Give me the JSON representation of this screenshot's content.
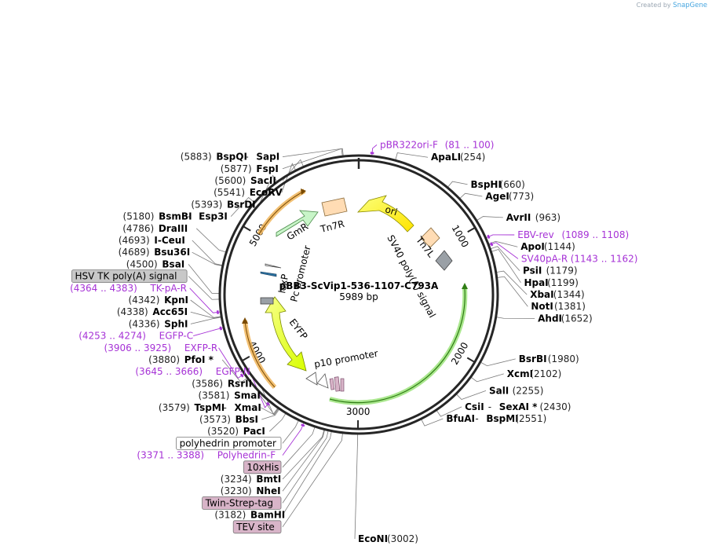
{
  "credit": {
    "prefix": "Created by",
    "brand": "SnapGene"
  },
  "plasmid": {
    "name": "pBB3-ScVip1-536-1107-C793A",
    "size_label": "5989 bp",
    "length": 5989
  },
  "ticks": [
    {
      "bp": 1000,
      "label": "1000"
    },
    {
      "bp": 2000,
      "label": "2000"
    },
    {
      "bp": 3000,
      "label": "3000"
    },
    {
      "bp": 4000,
      "label": "4000"
    },
    {
      "bp": 5000,
      "label": "5000"
    }
  ],
  "enzymes": [
    {
      "bp": 254,
      "parts": [
        {
          "t": "ApaLI",
          "k": "n"
        },
        {
          "t": "(254)",
          "k": "p"
        }
      ]
    },
    {
      "bp": 660,
      "parts": [
        {
          "t": "BspHI",
          "k": "n"
        },
        {
          "t": "(660)",
          "k": "p"
        }
      ]
    },
    {
      "bp": 773,
      "parts": [
        {
          "t": "AgeI",
          "k": "n"
        },
        {
          "t": "(773)",
          "k": "p"
        }
      ]
    },
    {
      "bp": 963,
      "parts": [
        {
          "t": "AvrII",
          "k": "n"
        },
        {
          "t": "(963)",
          "k": "p"
        }
      ]
    },
    {
      "bp": 1144,
      "parts": [
        {
          "t": "ApoI",
          "k": "n"
        },
        {
          "t": "(1144)",
          "k": "p"
        }
      ]
    },
    {
      "bp": 1179,
      "parts": [
        {
          "t": "PsiI",
          "k": "n"
        },
        {
          "t": "(1179)",
          "k": "p"
        }
      ]
    },
    {
      "bp": 1199,
      "parts": [
        {
          "t": "HpaI",
          "k": "n"
        },
        {
          "t": "(1199)",
          "k": "p"
        }
      ]
    },
    {
      "bp": 1344,
      "parts": [
        {
          "t": "XbaI",
          "k": "n"
        },
        {
          "t": "(1344)",
          "k": "p"
        }
      ]
    },
    {
      "bp": 1381,
      "parts": [
        {
          "t": "NotI",
          "k": "n"
        },
        {
          "t": "(1381)",
          "k": "p"
        }
      ]
    },
    {
      "bp": 1652,
      "parts": [
        {
          "t": "AhdI",
          "k": "n"
        },
        {
          "t": "(1652)",
          "k": "p"
        }
      ]
    },
    {
      "bp": 1980,
      "parts": [
        {
          "t": "BsrBI",
          "k": "n"
        },
        {
          "t": "(1980)",
          "k": "p"
        }
      ]
    },
    {
      "bp": 2102,
      "parts": [
        {
          "t": "XcmI",
          "k": "n"
        },
        {
          "t": "(2102)",
          "k": "p"
        }
      ]
    },
    {
      "bp": 2255,
      "parts": [
        {
          "t": "SalI",
          "k": "n"
        },
        {
          "t": "(2255)",
          "k": "p"
        }
      ]
    },
    {
      "bp": 2430,
      "parts": [
        {
          "t": "CsiI",
          "k": "n"
        },
        {
          "t": " - ",
          "k": "s"
        },
        {
          "t": "SexAI *",
          "k": "n"
        },
        {
          "t": "(2430)",
          "k": "p"
        }
      ]
    },
    {
      "bp": 2551,
      "parts": [
        {
          "t": "BfuAI",
          "k": "n"
        },
        {
          "t": " - ",
          "k": "s"
        },
        {
          "t": "BspMI",
          "k": "n"
        },
        {
          "t": "(2551)",
          "k": "p"
        }
      ]
    },
    {
      "bp": 3002,
      "parts": [
        {
          "t": "EcoNI",
          "k": "n"
        },
        {
          "t": "(3002)",
          "k": "p"
        }
      ]
    },
    {
      "bp": 3182,
      "parts": [
        {
          "t": "(3182)",
          "k": "p"
        },
        {
          "t": "BamHI",
          "k": "n"
        }
      ]
    },
    {
      "bp": 3230,
      "parts": [
        {
          "t": "(3230)",
          "k": "p"
        },
        {
          "t": "NheI",
          "k": "n"
        }
      ]
    },
    {
      "bp": 3234,
      "parts": [
        {
          "t": "(3234)",
          "k": "p"
        },
        {
          "t": "BmtI",
          "k": "n"
        }
      ]
    },
    {
      "bp": 3520,
      "parts": [
        {
          "t": "(3520)",
          "k": "p"
        },
        {
          "t": "PacI",
          "k": "n"
        }
      ]
    },
    {
      "bp": 3573,
      "parts": [
        {
          "t": "(3573)",
          "k": "p"
        },
        {
          "t": "BbsI",
          "k": "n"
        }
      ]
    },
    {
      "bp": 3579,
      "parts": [
        {
          "t": "(3579)",
          "k": "p"
        },
        {
          "t": "TspMI",
          "k": "n"
        },
        {
          "t": " - ",
          "k": "s"
        },
        {
          "t": "XmaI",
          "k": "n"
        }
      ]
    },
    {
      "bp": 3581,
      "parts": [
        {
          "t": "(3581)",
          "k": "p"
        },
        {
          "t": "SmaI",
          "k": "n"
        }
      ]
    },
    {
      "bp": 3586,
      "parts": [
        {
          "t": "(3586)",
          "k": "p"
        },
        {
          "t": "RsrII",
          "k": "n"
        }
      ]
    },
    {
      "bp": 3880,
      "parts": [
        {
          "t": "(3880)",
          "k": "p"
        },
        {
          "t": "PfoI *",
          "k": "n"
        }
      ]
    },
    {
      "bp": 4336,
      "parts": [
        {
          "t": "(4336)",
          "k": "p"
        },
        {
          "t": "SphI",
          "k": "n"
        }
      ]
    },
    {
      "bp": 4338,
      "parts": [
        {
          "t": "(4338)",
          "k": "p"
        },
        {
          "t": "Acc65I",
          "k": "n"
        }
      ]
    },
    {
      "bp": 4342,
      "parts": [
        {
          "t": "(4342)",
          "k": "p"
        },
        {
          "t": "KpnI",
          "k": "n"
        }
      ]
    },
    {
      "bp": 4500,
      "parts": [
        {
          "t": "(4500)",
          "k": "p"
        },
        {
          "t": "BsaI",
          "k": "n"
        }
      ]
    },
    {
      "bp": 4689,
      "parts": [
        {
          "t": "(4689)",
          "k": "p"
        },
        {
          "t": "Bsu36I",
          "k": "n"
        }
      ]
    },
    {
      "bp": 4693,
      "parts": [
        {
          "t": "(4693)",
          "k": "p"
        },
        {
          "t": "I-CeuI",
          "k": "n"
        }
      ]
    },
    {
      "bp": 4786,
      "parts": [
        {
          "t": "(4786)",
          "k": "p"
        },
        {
          "t": "DraIII",
          "k": "n"
        }
      ]
    },
    {
      "bp": 5180,
      "parts": [
        {
          "t": "(5180)",
          "k": "p"
        },
        {
          "t": "BsmBI",
          "k": "n"
        },
        {
          "t": " - ",
          "k": "s"
        },
        {
          "t": "Esp3I",
          "k": "n"
        }
      ]
    },
    {
      "bp": 5393,
      "parts": [
        {
          "t": "(5393)",
          "k": "p"
        },
        {
          "t": "BsrDI",
          "k": "n"
        }
      ]
    },
    {
      "bp": 5541,
      "parts": [
        {
          "t": "(5541)",
          "k": "p"
        },
        {
          "t": "EcoRV",
          "k": "n"
        }
      ]
    },
    {
      "bp": 5600,
      "parts": [
        {
          "t": "(5600)",
          "k": "p"
        },
        {
          "t": "SacII",
          "k": "n"
        }
      ]
    },
    {
      "bp": 5877,
      "parts": [
        {
          "t": "(5877)",
          "k": "p"
        },
        {
          "t": "FspI",
          "k": "n"
        }
      ]
    },
    {
      "bp": 5883,
      "parts": [
        {
          "t": "(5883)",
          "k": "p"
        },
        {
          "t": "BspQI",
          "k": "n"
        },
        {
          "t": " - ",
          "k": "s"
        },
        {
          "t": "SapI",
          "k": "n"
        }
      ]
    }
  ],
  "primers": [
    {
      "bp": 90,
      "name": "pBR322ori-F",
      "range": "(81 .. 100)"
    },
    {
      "bp": 1098,
      "name": "EBV-rev",
      "range": "(1089 .. 1108)"
    },
    {
      "bp": 1152,
      "name": "SV40pA-R",
      "range": "(1143 .. 1162)"
    },
    {
      "bp": 3380,
      "name": "Polyhedrin-F",
      "range": "(3371 .. 3388)"
    },
    {
      "bp": 3655,
      "name": "EGFP-N",
      "range": "(3645 .. 3666)"
    },
    {
      "bp": 3915,
      "name": "EXFP-R",
      "range": "(3906 .. 3925)"
    },
    {
      "bp": 4263,
      "name": "EGFP-C",
      "range": "(4253 .. 4274)"
    },
    {
      "bp": 4373,
      "name": "TK-pA-R",
      "range": "(4364 .. 4383)"
    }
  ],
  "boxed_features": [
    {
      "bp": 3105,
      "label": "TEV site",
      "fill": "#d8b4c8"
    },
    {
      "bp": 3205,
      "label": "Twin-Strep-tag",
      "fill": "#d8b4c8"
    },
    {
      "bp": 3300,
      "label": "10xHis",
      "fill": "#d8b4c8"
    },
    {
      "bp": 3420,
      "label": "polyhedrin promoter",
      "fill": "#ffffff"
    },
    {
      "bp": 4460,
      "label": "HSV TK poly(A) signal",
      "fill": "#c8c8c8"
    }
  ],
  "inner_features": [
    {
      "label": "ori",
      "color": "#ffff00"
    },
    {
      "label": "GmR",
      "color": "#c8f5c8"
    },
    {
      "label": "Tn7R",
      "color": "#ffdcb4"
    },
    {
      "label": "Tn7L",
      "color": "#ffdcb4"
    },
    {
      "label": "SV40 poly(A) signal",
      "color": "#9aa0a6"
    },
    {
      "label": "EYFP",
      "color": "#e6ff1e"
    },
    {
      "label": "p10 promoter",
      "color": "#ffffff"
    },
    {
      "label": "Pc promoter",
      "color": "#ffffff"
    },
    {
      "label": "loxP",
      "color": "#2a6f9e"
    }
  ],
  "colors": {
    "backbone": "#262626",
    "primer": "#a632d6",
    "orf_glow_green": "#9be37a",
    "orf_glow_orange": "#f0b55a"
  }
}
